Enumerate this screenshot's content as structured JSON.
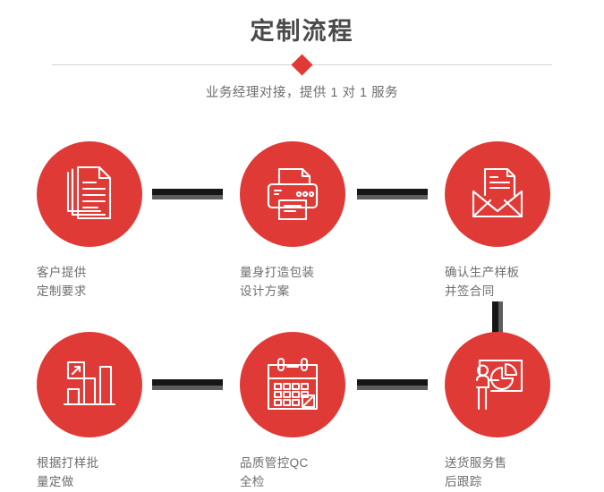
{
  "header": {
    "title": "定制流程",
    "subtitle": "业务经理对接，提供 1 对 1 服务",
    "accent_color": "#e03a37",
    "divider_color": "#d4d4d4",
    "title_color": "#4a4a4a",
    "subtitle_color": "#6e6e6e",
    "diamond_icon": "diamond-icon"
  },
  "flow": {
    "circle_color": "#e03a37",
    "connector_color": "#161616",
    "connector_shadow_color": "#5d5d5d",
    "caption_color": "#6e6e6e",
    "steps": [
      {
        "icon": "documents-stack-icon",
        "line1": "客户提供",
        "line2": "定制要求"
      },
      {
        "icon": "printer-icon",
        "line1": "量身打造包装",
        "line2": "设计方案"
      },
      {
        "icon": "envelope-letter-icon",
        "line1": "确认生产样板",
        "line2": "并签合同"
      },
      {
        "icon": "bar-chart-growth-icon",
        "line1": "根据打样批",
        "line2": "量定做"
      },
      {
        "icon": "calendar-check-icon",
        "line1": "品质管控QC",
        "line2": "全检"
      },
      {
        "icon": "presenter-pie-chart-icon",
        "line1": "送货服务售",
        "line2": "后跟踪"
      }
    ]
  }
}
